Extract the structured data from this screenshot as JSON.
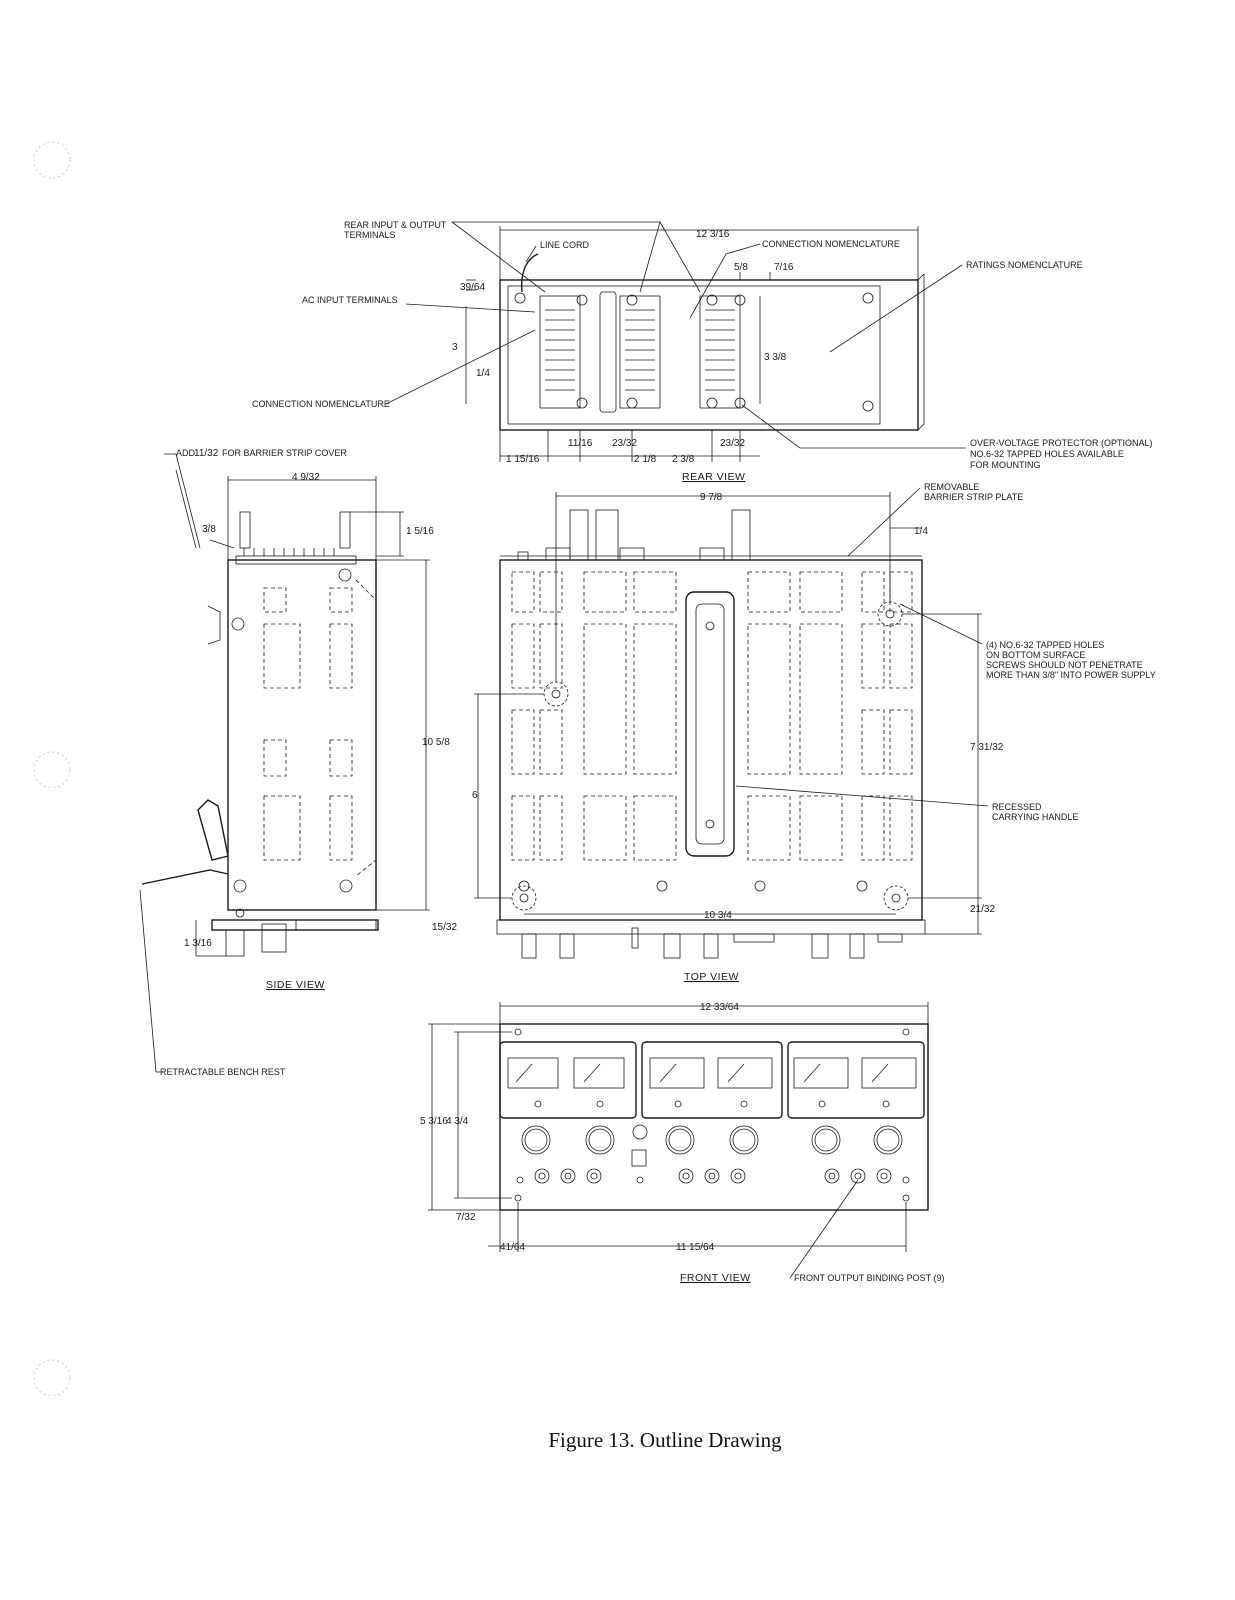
{
  "caption": "Figure 13. Outline Drawing",
  "views": {
    "rear": "REAR VIEW",
    "side": "SIDE VIEW",
    "top": "TOP VIEW",
    "front": "FRONT VIEW"
  },
  "callouts": {
    "rear_terminals": "REAR INPUT & OUTPUT",
    "rear_terminals_2": "TERMINALS",
    "line_cord": "LINE CORD",
    "connection_nomenclature": "CONNECTION NOMENCLATURE",
    "ratings_nomenclature": "RATINGS NOMENCLATURE",
    "ac_input": "AC INPUT TERMINALS",
    "ovp_1": "OVER-VOLTAGE PROTECTOR (OPTIONAL)",
    "ovp_2": "NO.6-32 TAPPED HOLES AVAILABLE",
    "ovp_3": "FOR MOUNTING",
    "barrier_plate_1": "REMOVABLE",
    "barrier_plate_2": "BARRIER STRIP PLATE",
    "add_for_cover_pre": "ADD",
    "add_for_cover_post": "FOR BARRIER STRIP COVER",
    "tapped_holes_1": "(4) NO.6-32 TAPPED HOLES",
    "tapped_holes_2": "ON BOTTOM SURFACE",
    "tapped_holes_3": "SCREWS SHOULD NOT PENETRATE",
    "tapped_holes_4": "MORE THAN 3/8\" INTO POWER SUPPLY",
    "handle_1": "RECESSED",
    "handle_2": "CARRYING HANDLE",
    "bench_rest": "RETRACTABLE BENCH REST",
    "binding_post": "FRONT OUTPUT BINDING POST (9)"
  },
  "dimensions": {
    "rear_width": "12 3/16",
    "rear_39_64": "39/64",
    "rear_5_8": "5/8",
    "rear_7_16": "7/16",
    "rear_3": "3",
    "rear_1_4": "1/4",
    "rear_3_3_8": "3 3/8",
    "rear_1_15_16": "1 15/16",
    "rear_11_16": "11/16",
    "rear_23_32a": "23/32",
    "rear_2_1_8": "2 1/8",
    "rear_2_3_8": "2 3/8",
    "rear_23_32b": "23/32",
    "side_4_9_32": "4 9/32",
    "side_3_8": "3/8",
    "side_1_5_16": "1 5/16",
    "side_10_5_8": "10 5/8",
    "side_1_3_16": "1 3/16",
    "side_15_32": "15/32",
    "add_11_32": "11/32",
    "top_9_7_8": "9 7/8",
    "top_1_4": "1/4",
    "top_6": "6",
    "top_7_31_32": "7 31/32",
    "top_10_3_4": "10 3/4",
    "top_21_32": "21/32",
    "front_12_33_64": "12 33/64",
    "front_5_3_16": "5 3/16",
    "front_4_3_4": "4 3/4",
    "front_7_32": "7/32",
    "front_41_64": "41/64",
    "front_11_15_64": "11 15/64"
  }
}
